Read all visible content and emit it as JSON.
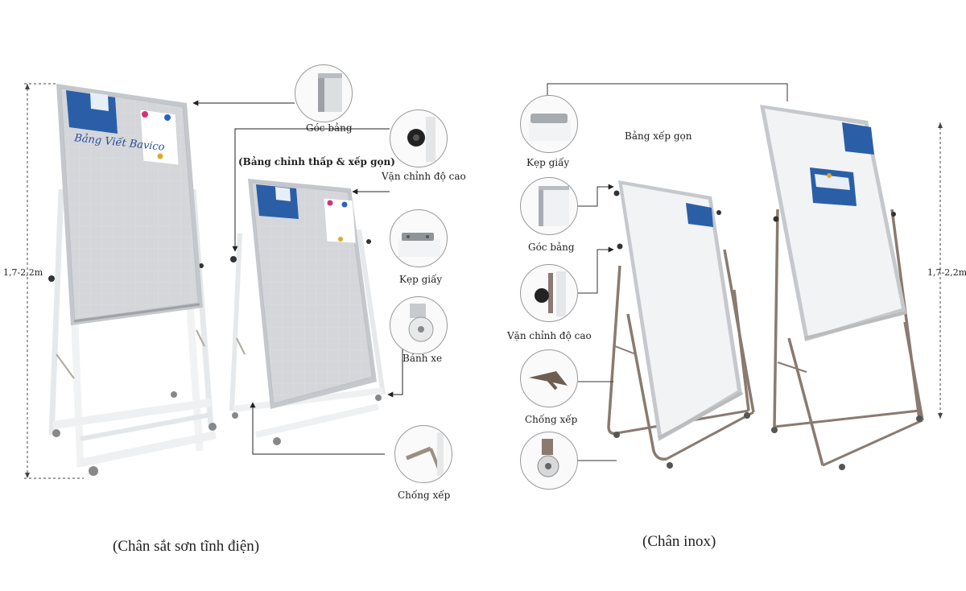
{
  "left_section": {
    "caption": "(Chân sắt sơn tĩnh điện)",
    "dimension": "1,7-2,2m",
    "title_note": "(Bảng chỉnh thấp & xếp gọn)",
    "board_handwriting": "Bảng Viết Bavico",
    "callouts": {
      "goc_bang": "Góc bảng",
      "van_chinh": "Vặn chỉnh độ cao",
      "kep_giay": "Kẹp giấy",
      "banh_xe": "Bánh  xe",
      "chong_xep": "Chống  xếp"
    }
  },
  "right_section": {
    "caption": "(Chân inox)",
    "dimension": "1,7-2,2m",
    "title_note": "Bảng xếp  gọn",
    "callouts": {
      "kep_giay": "Kẹp  giấy",
      "goc_bang": "Góc bảng",
      "van_chinh": "Vặn chỉnh độ cao",
      "chong_xep": "Chống xếp"
    }
  },
  "colors": {
    "board_surface": "#f3f4f6",
    "frame": "#b9bcc0",
    "white_stand": "#f2f4f5",
    "steel": "#8a7a70",
    "accent_blue": "#2a5fa8",
    "line": "#222222"
  }
}
